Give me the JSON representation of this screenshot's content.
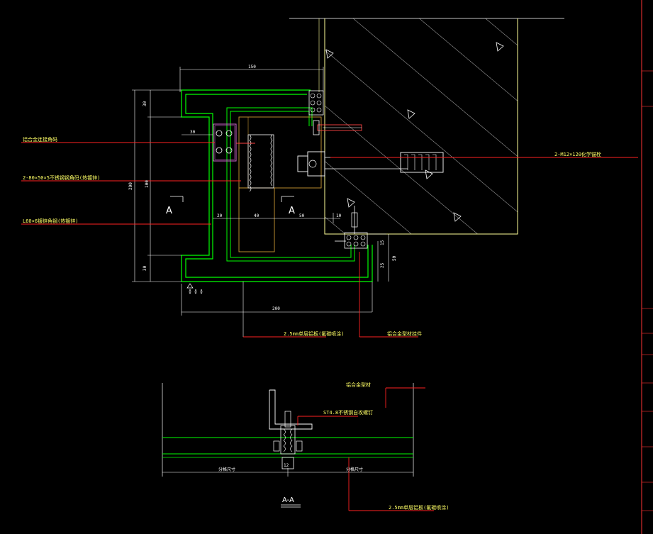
{
  "callouts": {
    "left_1": "铝合金连接角码",
    "left_2": "2-80×50×5不锈钢钢角码(热镀锌)",
    "left_3": "L60×6镀锌角钢(热镀锌)",
    "right_1": "2-M12×120化学锚栓",
    "bottom_1": "2.5mm单层铝板(氟碳喷涂)",
    "bottom_2": "铝合金型材挂件"
  },
  "dimensions": {
    "top_150": "150",
    "d_30a": "30",
    "d_30b": "30",
    "d_30c": "30",
    "d_200": "200",
    "d_100": "100",
    "d_20": "20",
    "d_40": "40",
    "d_50": "50",
    "d_10": "10",
    "d_15": "15",
    "d_25": "25",
    "d_50b": "50",
    "bottom_200": "200",
    "aa_12": "12"
  },
  "section_marks": {
    "a_left": "A",
    "a_right": "A"
  },
  "section_aa": {
    "title": "A-A",
    "callout_1": "铝合金型材",
    "callout_2": "ST4.8不锈钢自攻螺钉",
    "callout_3": "2.5mm单层铝板(氟碳喷涂)",
    "dim_left": "分格尺寸",
    "dim_right": "分格尺寸"
  },
  "colors": {
    "background": "#000000",
    "concrete": "#ffff99",
    "bracket": "#00ff00",
    "dim_line": "#ffffff",
    "leader": "#ff2222",
    "text": "#ffff66",
    "bolt": "#cc66cc"
  }
}
